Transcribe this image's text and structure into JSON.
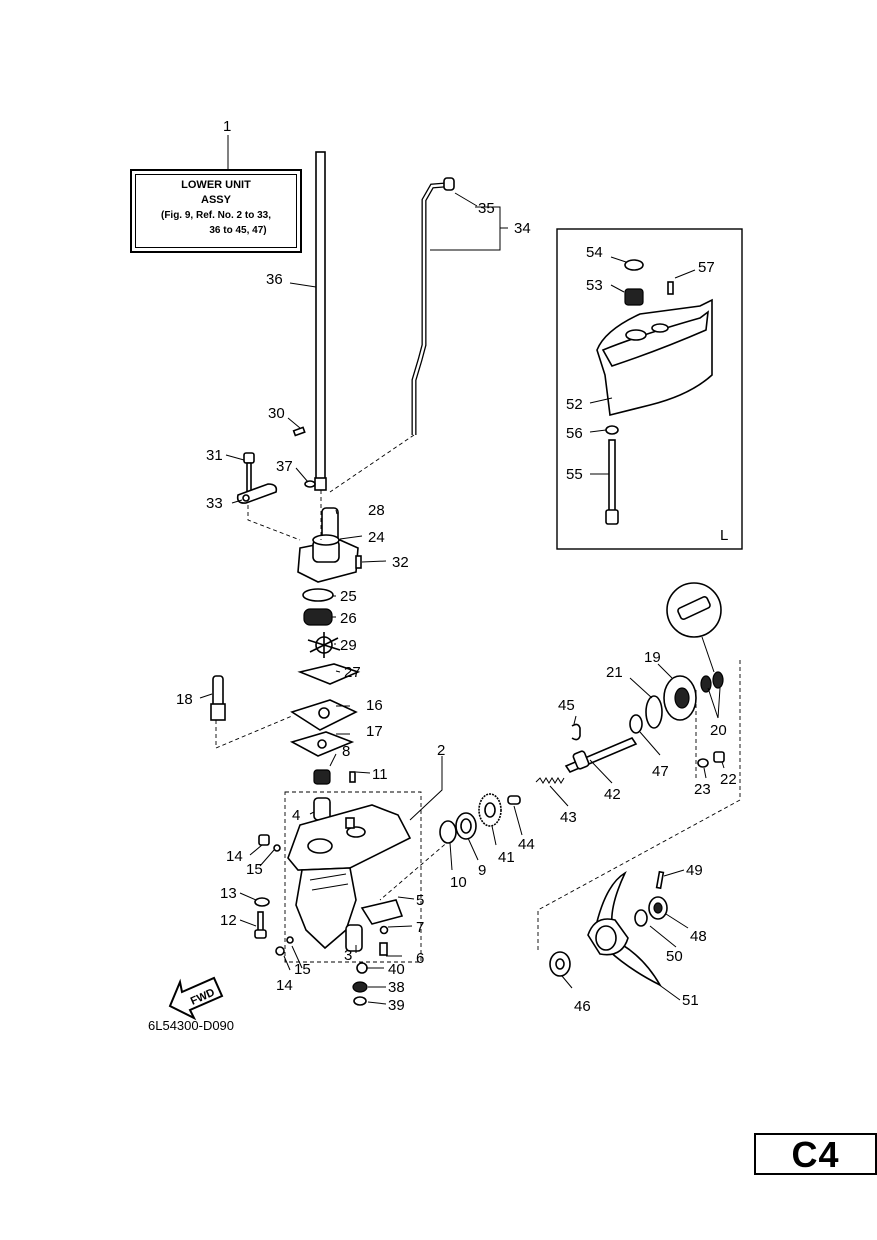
{
  "assy_label": {
    "callout": "1",
    "title": "LOWER UNIT",
    "subtitle": "ASSY",
    "note1": "(Fig. 9, Ref. No. 2 to 33,",
    "note2": "36 to 45, 47)"
  },
  "inset": {
    "corner_label": "L"
  },
  "direction": {
    "label": "FWD"
  },
  "drawing_ref": "6L54300-D090",
  "page_tag": "C4",
  "callouts": {
    "c2": "2",
    "c3": "3",
    "c4": "4",
    "c5": "5",
    "c6": "6",
    "c7": "7",
    "c8": "8",
    "c9": "9",
    "c10": "10",
    "c11": "11",
    "c12": "12",
    "c13": "13",
    "c14a": "14",
    "c14b": "14",
    "c15a": "15",
    "c15b": "15",
    "c16": "16",
    "c17": "17",
    "c18": "18",
    "c19": "19",
    "c20": "20",
    "c21": "21",
    "c22": "22",
    "c23": "23",
    "c24": "24",
    "c25": "25",
    "c26": "26",
    "c27": "27",
    "c28": "28",
    "c29": "29",
    "c30": "30",
    "c31": "31",
    "c32": "32",
    "c33": "33",
    "c34": "34",
    "c35": "35",
    "c36": "36",
    "c37": "37",
    "c38": "38",
    "c39": "39",
    "c40": "40",
    "c41": "41",
    "c42": "42",
    "c43": "43",
    "c44": "44",
    "c45": "45",
    "c46": "46",
    "c47": "47",
    "c48": "48",
    "c49": "49",
    "c50": "50",
    "c51": "51",
    "c52": "52",
    "c53": "53",
    "c54": "54",
    "c55": "55",
    "c56": "56",
    "c57": "57"
  }
}
